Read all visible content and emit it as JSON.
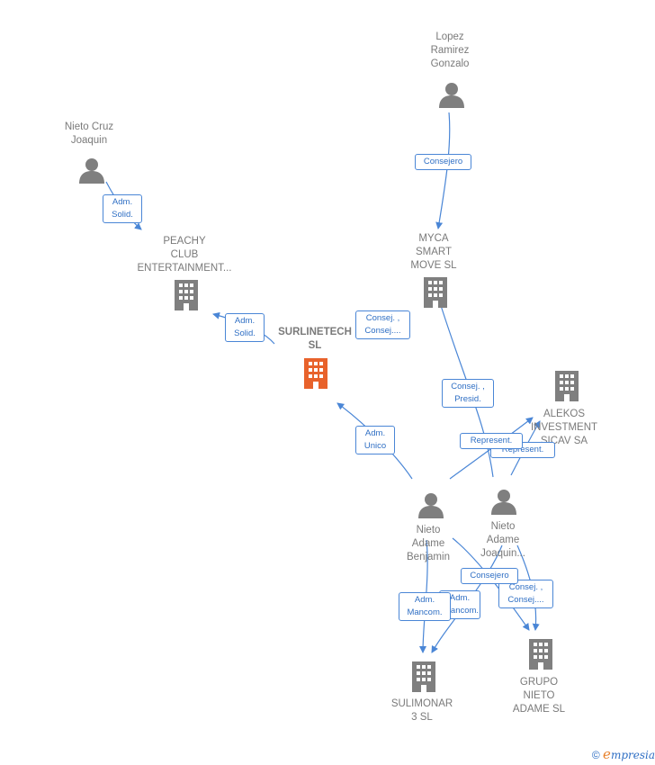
{
  "colors": {
    "edge": "#4a86d6",
    "person": "#7f7f7f",
    "company": "#7f7f7f",
    "main_company": "#e8622b"
  },
  "nodes": [
    {
      "id": "lopez",
      "type": "person",
      "label": "Lopez\nRamirez\nGonzalo"
    },
    {
      "id": "nietocruz",
      "type": "person",
      "label": "Nieto Cruz\nJoaquin"
    },
    {
      "id": "peachy",
      "type": "company",
      "label": "PEACHY\nCLUB\nENTERTAINMENT..."
    },
    {
      "id": "myca",
      "type": "company",
      "label": "MYCA\nSMART\nMOVE  SL"
    },
    {
      "id": "surlinetech",
      "type": "main_company",
      "label": "SURLINETECH\nSL"
    },
    {
      "id": "alekos",
      "type": "company",
      "label": "ALEKOS\nINVESTMENT\nSICAV SA"
    },
    {
      "id": "benjamin",
      "type": "person",
      "label": "Nieto\nAdame\nBenjamin"
    },
    {
      "id": "joaquin",
      "type": "person",
      "label": "Nieto\nAdame\nJoaquin..."
    },
    {
      "id": "sulimonar",
      "type": "company",
      "label": "SULIMONAR\n3  SL"
    },
    {
      "id": "grupo",
      "type": "company",
      "label": "GRUPO\nNIETO\nADAME SL"
    }
  ],
  "relations": [
    {
      "id": "r1",
      "label": "Consejero"
    },
    {
      "id": "r2",
      "label": "Adm.\nSolid."
    },
    {
      "id": "r3",
      "label": "Adm.\nSolid."
    },
    {
      "id": "r4",
      "label": "Consej. ,\nConsej...."
    },
    {
      "id": "r5",
      "label": "Adm.\nUnico"
    },
    {
      "id": "r6",
      "label": "Consej. ,\nPresid."
    },
    {
      "id": "r7",
      "label": "Represent."
    },
    {
      "id": "r8",
      "label": "Represent."
    },
    {
      "id": "r9",
      "label": "Consejero"
    },
    {
      "id": "r10",
      "label": "Adm.\nMancom."
    },
    {
      "id": "r11",
      "label": "Adm.\nMancom."
    },
    {
      "id": "r12",
      "label": "Consej. ,\nConsej...."
    }
  ],
  "footer": {
    "copyright": "©",
    "brand_e": "e",
    "brand_rest": "mpresia"
  }
}
